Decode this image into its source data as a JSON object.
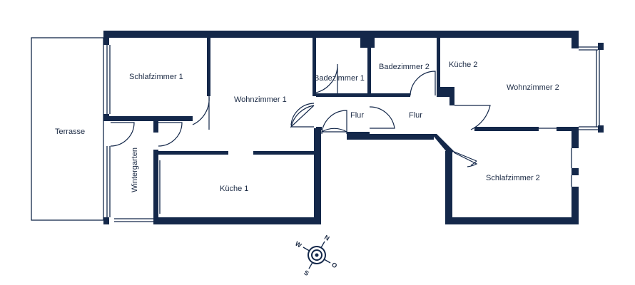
{
  "colors": {
    "wall": "#14284a",
    "background": "#ffffff",
    "thin_line": "#14284a"
  },
  "rooms": {
    "schlafzimmer_1": "Schlafzimmer 1",
    "wohnzimmer_1": "Wohnzimmer 1",
    "badezimmer_1": "Badezimmer 1",
    "badezimmer_2": "Badezimmer 2",
    "kueche_2": "Küche 2",
    "wohnzimmer_2": "Wohnzimmer 2",
    "terrasse": "Terrasse",
    "flur_1": "Flur",
    "flur_2": "Flur",
    "wintergarten": "Wintergarten",
    "kueche_1": "Küche 1",
    "schlafzimmer_2": "Schlafzimmer 2"
  },
  "compass": {
    "north": "N",
    "east": "O",
    "south": "S",
    "west": "W"
  },
  "icons": {
    "compass": "compass-rose-icon"
  }
}
